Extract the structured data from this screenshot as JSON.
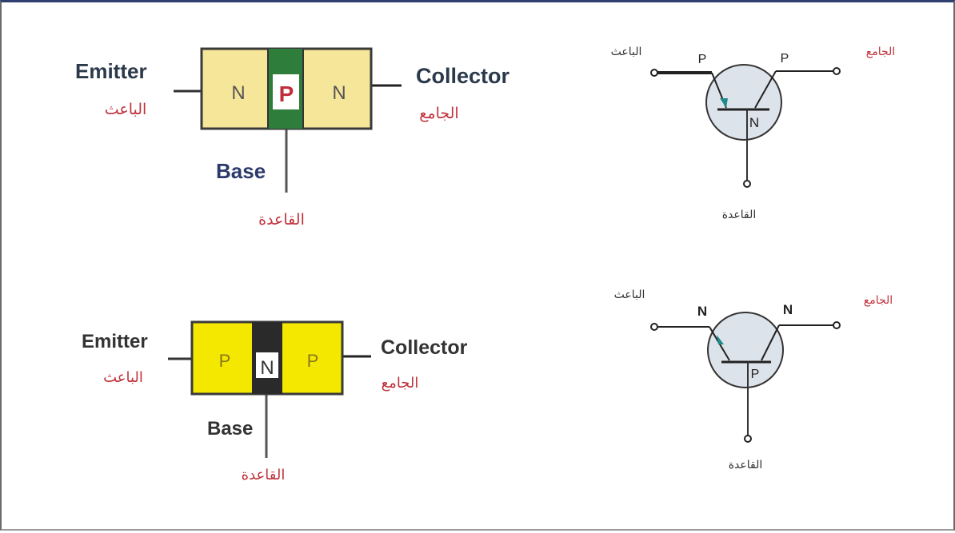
{
  "npn_block": {
    "emitter_label": "Emitter",
    "emitter_label_ar": "الباعث",
    "collector_label": "Collector",
    "collector_label_ar": "الجامع",
    "base_label": "Base",
    "base_label_ar": "القاعدة",
    "left_region": "N",
    "middle_region": "P",
    "right_region": "N"
  },
  "pnp_block": {
    "emitter_label": "Emitter",
    "emitter_label_ar": "الباعث",
    "collector_label": "Collector",
    "collector_label_ar": "الجامع",
    "base_label": "Base",
    "base_label_ar": "القاعدة",
    "left_region": "P",
    "middle_region": "N",
    "right_region": "P"
  },
  "symbol_top": {
    "emitter_ar": "الباعث",
    "collector_ar": "الجامع",
    "base_ar": "القاعدة",
    "emitter_region": "P",
    "collector_region": "P",
    "base_region": "N"
  },
  "symbol_bottom": {
    "emitter_ar": "الباعث",
    "collector_ar": "الجامع",
    "base_ar": "القاعدة",
    "emitter_region": "N",
    "collector_region": "N",
    "base_region": "P"
  },
  "colors": {
    "n_region": "#f6e69a",
    "p_region_yellow": "#f4e800",
    "p_middle_green": "#2e7d3a",
    "n_middle_dark": "#2a2a2a",
    "arabic_red": "#c0303a",
    "label_blue": "#2b3a6b",
    "symbol_fill": "#dde3ea",
    "arrow_teal": "#1f8a8a"
  }
}
